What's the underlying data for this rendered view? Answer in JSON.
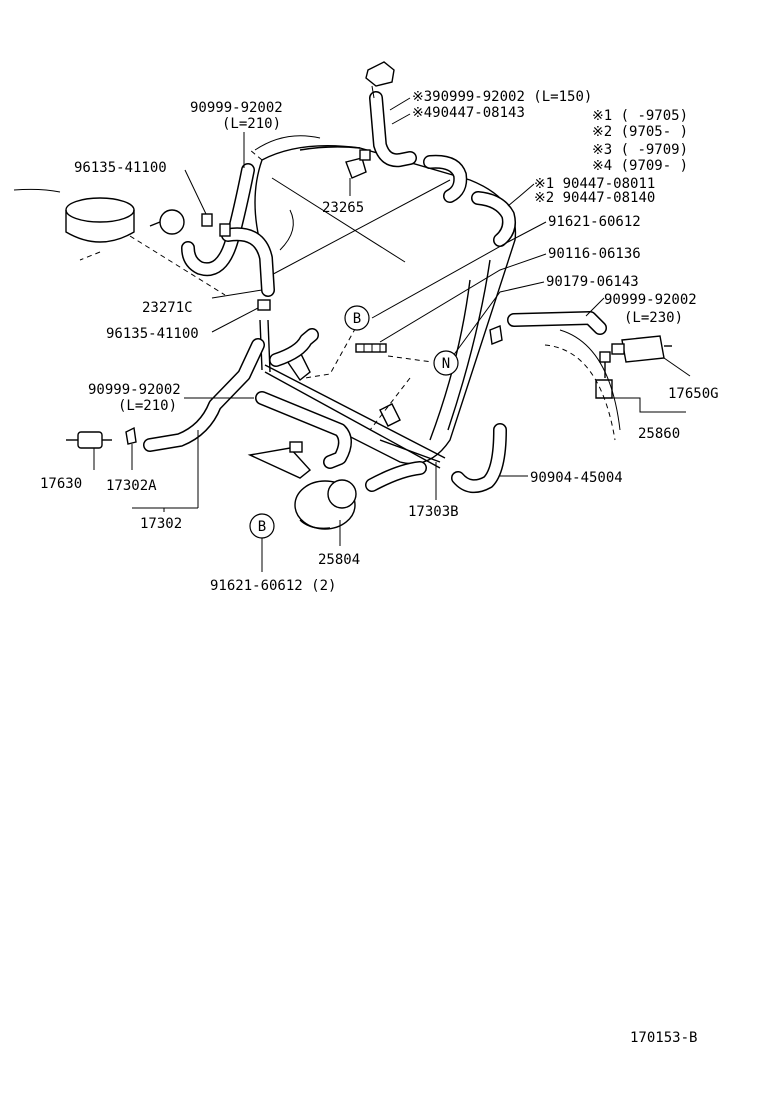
{
  "labels": {
    "l_90999_top": "90999-92002",
    "l_L210_top": "(L=210)",
    "l_96135_top": "96135-41100",
    "l_23265": "23265",
    "l_23271c": "23271C",
    "l_96135_mid": "96135-41100",
    "l_90999_left": "90999-92002",
    "l_L210_left": "(L=210)",
    "l_17630": "17630",
    "l_17302a": "17302A",
    "l_17302": "17302",
    "l_25804": "25804",
    "l_91621_bottom": "91621-60612 (2)",
    "l_17303b": "17303B",
    "l_90904": "90904-45004",
    "l_25860": "25860",
    "l_17650g": "17650G",
    "l_90999_right": "90999-92002",
    "l_L230": "(L=230)",
    "l_90179": "90179-06143",
    "l_90116": "90116-06136",
    "l_91621_right": "91621-60612",
    "l_n1_part": "※1 90447-08011",
    "l_n2_part": "※2 90447-08140",
    "l_n3_part": "※390999-92002 (L=150)",
    "l_n4_part": "※490447-08143",
    "l_legend1": "※1 (     -9705)",
    "l_legend2": "※2 (9705-      )",
    "l_legend3": "※3 (     -9709)",
    "l_legend4": "※4 (9709-      )",
    "l_callout_b1": "B",
    "l_callout_b2": "B",
    "l_callout_n": "N",
    "l_figure_no": "170153-B"
  }
}
